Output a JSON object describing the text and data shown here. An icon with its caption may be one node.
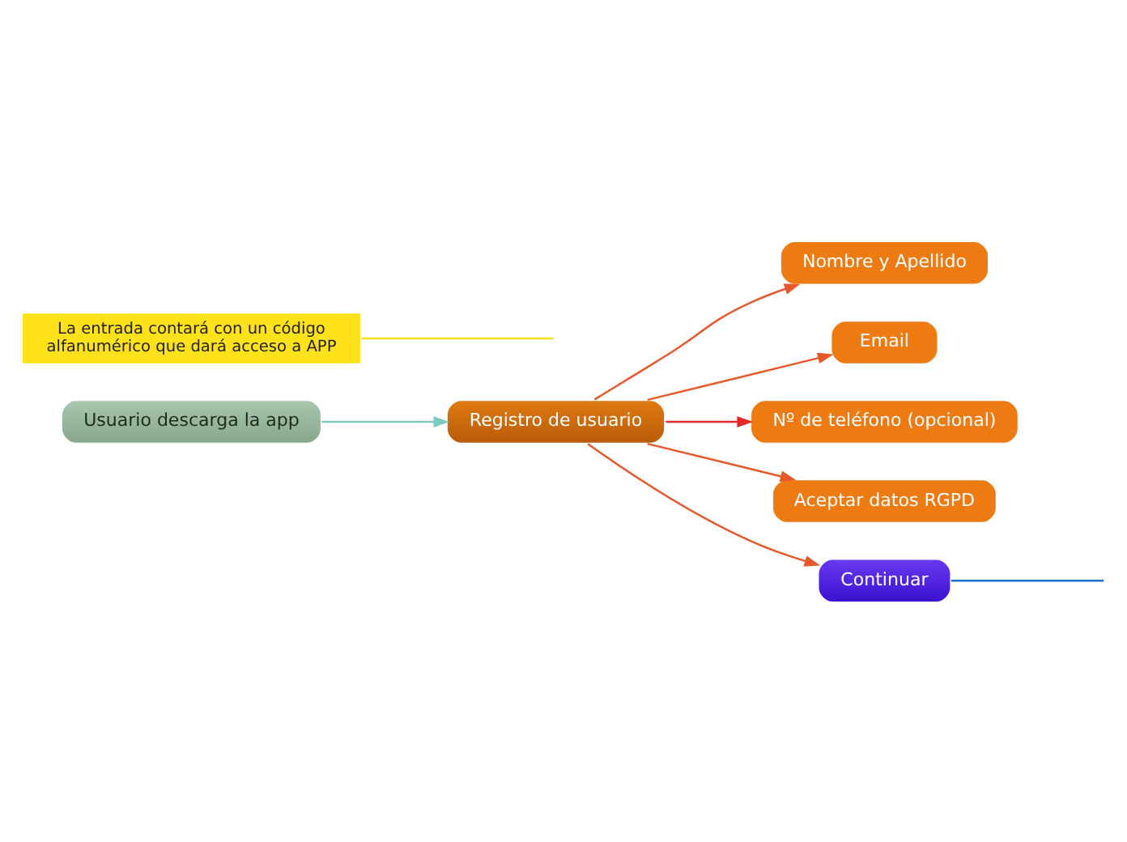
{
  "diagram": {
    "nodes": [
      {
        "text": [
          "Usuario descarga la app"
        ]
      },
      {
        "text": [
          "Registro de usuario"
        ]
      },
      {
        "text": [
          "Nombre y Apellido"
        ]
      },
      {
        "text": [
          "Email"
        ]
      },
      {
        "text": [
          "Nº de teléfono (opcional)"
        ]
      },
      {
        "text": [
          "Aceptar datos RGPD"
        ]
      },
      {
        "text": [
          "Continuar"
        ]
      },
      {
        "text": [
          "La entrada contará con un código alfanumérico que dará acceso a APP"
        ]
      }
    ],
    "edges": [
      {
        "from": 0,
        "to": 1,
        "arrow": "to",
        "color": "#7fc9c0"
      },
      {
        "from": 1,
        "to": 2,
        "arrow": "to"
      },
      {
        "from": 1,
        "to": 3,
        "arrow": "to"
      },
      {
        "from": 1,
        "to": 4,
        "arrow": "to",
        "color": "#e02828"
      },
      {
        "from": 1,
        "to": 5,
        "arrow": "to"
      },
      {
        "from": 1,
        "to": 6,
        "arrow": "to"
      },
      {
        "from": 6,
        "to": null,
        "arrow": "none",
        "color": "#1f6fd0"
      },
      {
        "from": 7,
        "to": null,
        "arrow": "none",
        "color": "#f5e020"
      }
    ]
  }
}
